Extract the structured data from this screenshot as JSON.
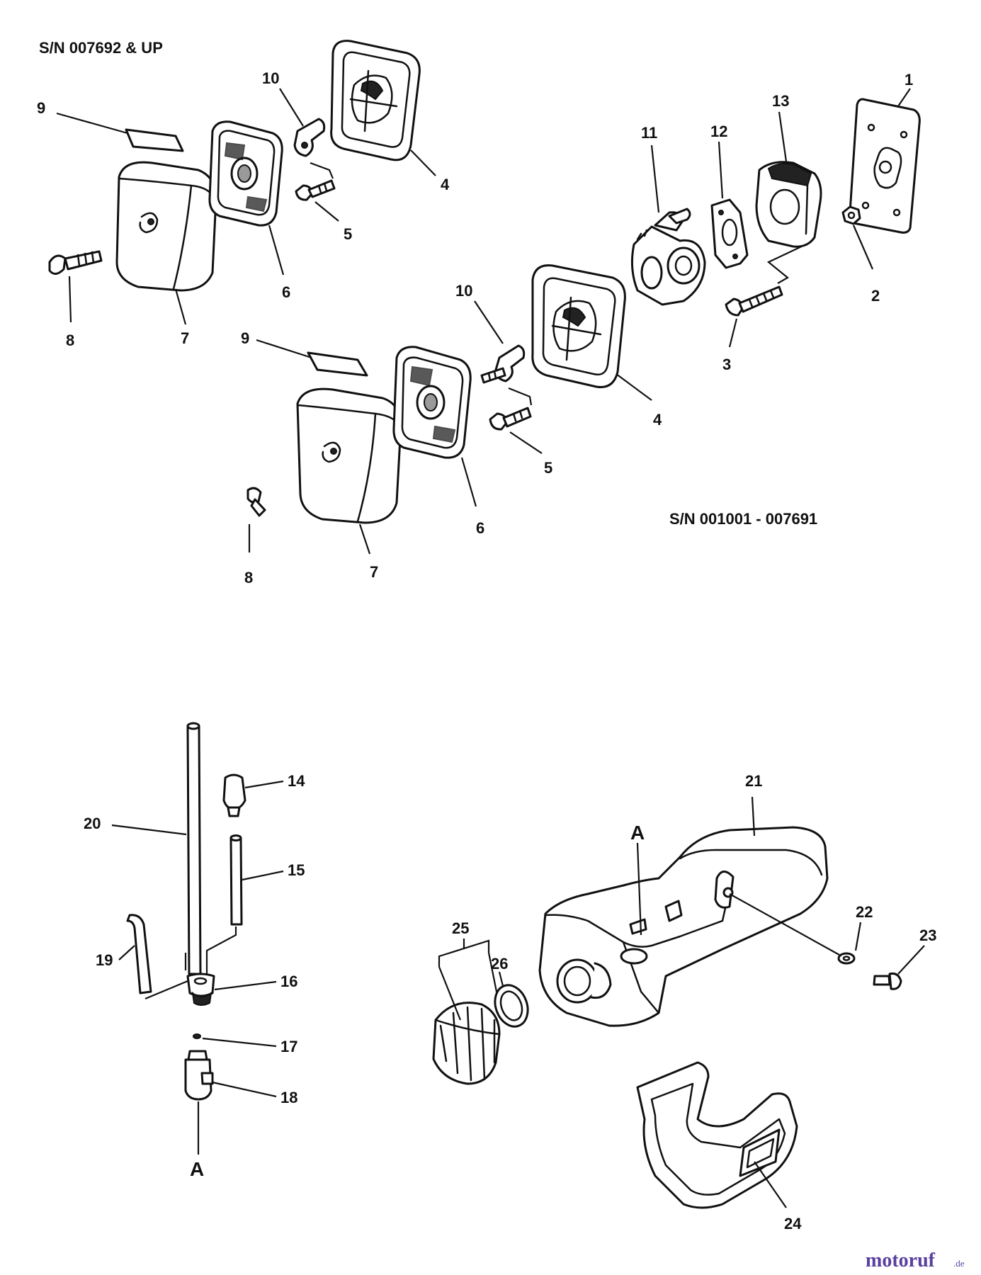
{
  "serial_labels": {
    "upper": "S/N 007692 & UP",
    "lower": "S/N 001001 - 007691"
  },
  "markers": {
    "a_top": "A",
    "a_bottom": "A"
  },
  "watermark": {
    "brand": "motoruf",
    "suffix": ".de",
    "brand_color": "#5a3fa0"
  },
  "callouts": {
    "c1": "1",
    "c2": "2",
    "c3": "3",
    "c4_upper": "4",
    "c5_upper": "5",
    "c6_upper": "6",
    "c7_upper": "7",
    "c8_upper": "8",
    "c9_upper": "9",
    "c10_upper": "10",
    "c4_lower": "4",
    "c5_lower": "5",
    "c6_lower": "6",
    "c7_lower": "7",
    "c8_lower": "8",
    "c9_lower": "9",
    "c10_lower": "10",
    "c11": "11",
    "c12": "12",
    "c13": "13",
    "c14": "14",
    "c15": "15",
    "c16": "16",
    "c17": "17",
    "c18": "18",
    "c19": "19",
    "c20": "20",
    "c21": "21",
    "c22": "22",
    "c23": "23",
    "c24": "24",
    "c25": "25",
    "c26": "26"
  }
}
